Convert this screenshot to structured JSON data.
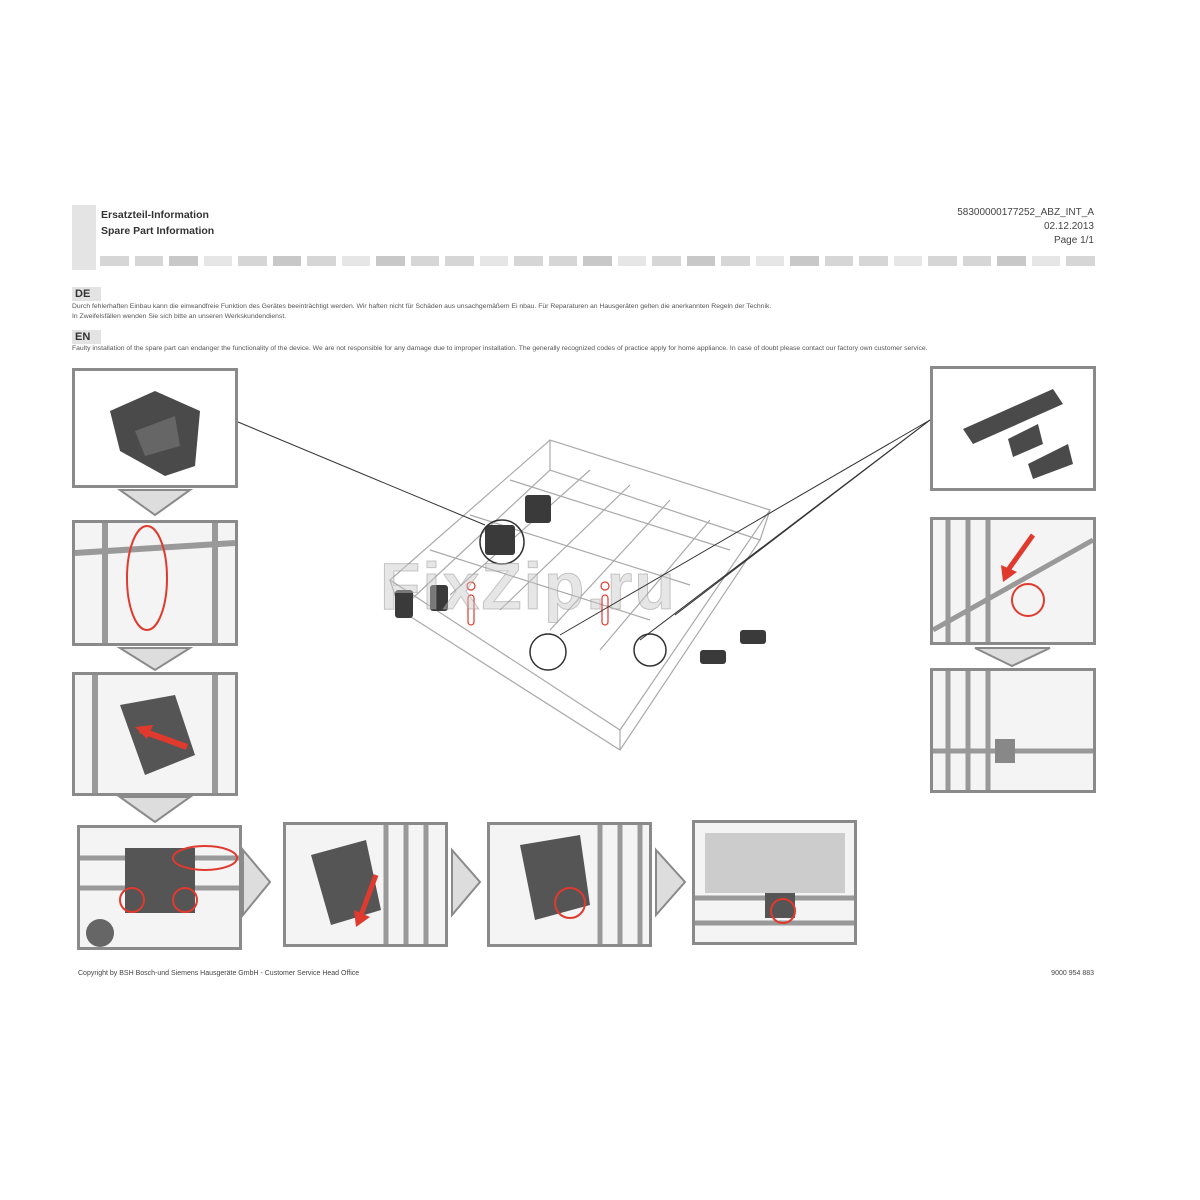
{
  "header": {
    "title_de": "Ersatzteil-Information",
    "title_en": "Spare Part Information",
    "doc_number": "58300000177252_ABZ_INT_A",
    "date": "02.12.2013",
    "page": "Page 1/1"
  },
  "notices": {
    "de_label": "DE",
    "de_line1": "Durch fehlerhaften Einbau kann die einwandfreie Funktion des Gerätes beeinträchtigt werden. Wir haften nicht für Schäden aus unsachgemäßem Ei  nbau. Für Reparaturen an Hausgeräten gelten die anerkannten Regeln der Technik.",
    "de_line2": "In Zweifelsfällen wenden Sie sich bitte an unseren Werkskundendienst.",
    "en_label": "EN",
    "en_line1": "Faulty installation of the spare part can endanger the functionality of the device. We are not responsible for any damage due to improper installation.   The generally recognized codes of practice apply for home appliance. In case of doubt please contact our factory own customer service."
  },
  "watermark": "FixZip.ru",
  "footer": {
    "copyright": "Copyright by BSH Bosch-und Siemens Hausgeräte GmbH - Customer Service Head Office",
    "part_number": "9000 954 883"
  },
  "colors": {
    "highlight": "#e03a2e",
    "frame": "#8a8a8a"
  }
}
